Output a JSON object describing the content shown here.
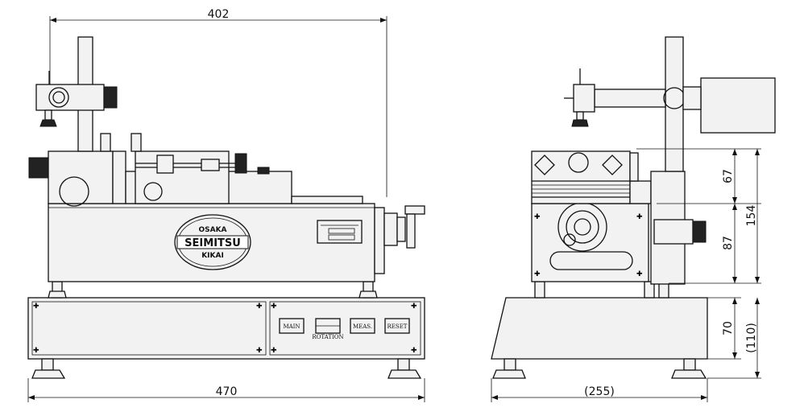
{
  "dimensions": {
    "top_width": "402",
    "bottom_width": "470",
    "side_width": "(255)",
    "d67": "67",
    "d154": "154",
    "d87": "87",
    "d70": "70",
    "d110": "(110)"
  },
  "logo": {
    "line1": "OSAKA",
    "line2": "SEIMITSU",
    "line3": "KIKAI"
  },
  "buttons": {
    "main": "MAIN",
    "meas": "MEAS.",
    "reset": "RESET",
    "rotation": "ROTATION"
  },
  "colors": {
    "line": "#111111",
    "background": "#ffffff"
  }
}
